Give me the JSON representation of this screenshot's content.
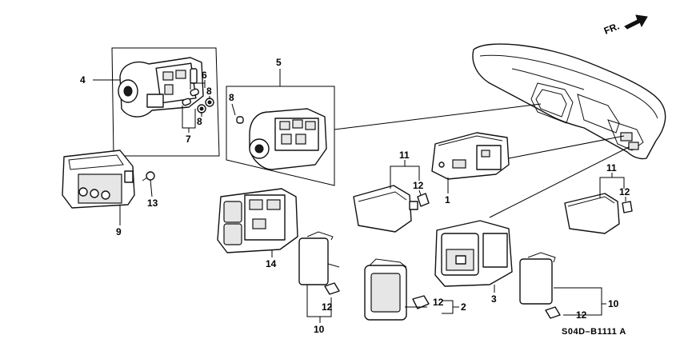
{
  "diagram": {
    "direction_label": "FR.",
    "diagram_code": "S04D–B1111 A",
    "callouts": {
      "c1": "1",
      "c2": "2",
      "c3": "3",
      "c4": "4",
      "c5": "5",
      "c6": "6",
      "c7": "7",
      "c8a": "8",
      "c8b": "8",
      "c8c": "8",
      "c9": "9",
      "c10a": "10",
      "c10b": "10",
      "c11a": "11",
      "c11b": "11",
      "c12a": "12",
      "c12b": "12",
      "c12c": "12",
      "c12d": "12",
      "c12e": "12",
      "c13": "13",
      "c14": "14"
    }
  }
}
